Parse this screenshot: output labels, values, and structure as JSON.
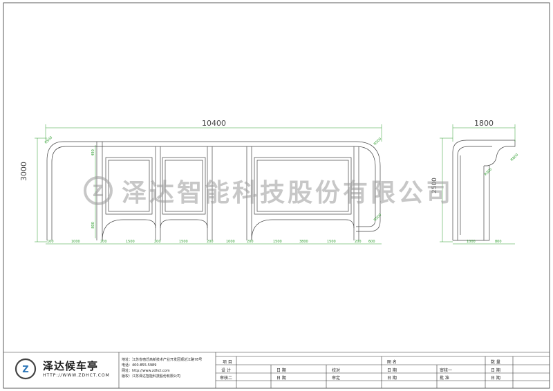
{
  "drawing": {
    "overall_width": "10400",
    "side_width": "1800",
    "height": "3000",
    "side_height": "2500",
    "radius_top": "R500",
    "radius_right_top": "R500",
    "radius_right_bottom": "R500",
    "radius_side_a": "R800",
    "radius_side_b": "R300",
    "dim_490": "490",
    "dim_800": "800",
    "bottom_dims": [
      "100",
      "1000",
      "200",
      "1500",
      "200",
      "1500",
      "200",
      "1000",
      "200",
      "1500",
      "3800",
      "1500",
      "200",
      "600"
    ],
    "side_bottom_dims": [
      "1000",
      "800"
    ]
  },
  "watermark": {
    "text": "泽达智能科技股份有限公司"
  },
  "title_block": {
    "brand_name": "泽达候车亭",
    "brand_url": "HTTP://WWW.ZDHCT.COM",
    "address": "地址：江苏省宿迁高新技术产业开发区顺达江路78号",
    "phone": "电话：400-855-5989",
    "website": "网址：http://www.zdhct.com",
    "copyright": "版权：江苏泽达智能科技股份有限公司",
    "labels": {
      "project": "项 目",
      "drawing_name": "图 名",
      "quantity": "数 量",
      "design": "设 计",
      "date": "日 期",
      "proofread": "校对",
      "review1": "审核一",
      "review2": "审核二",
      "approve": "审定",
      "ratify": "批 准"
    }
  }
}
